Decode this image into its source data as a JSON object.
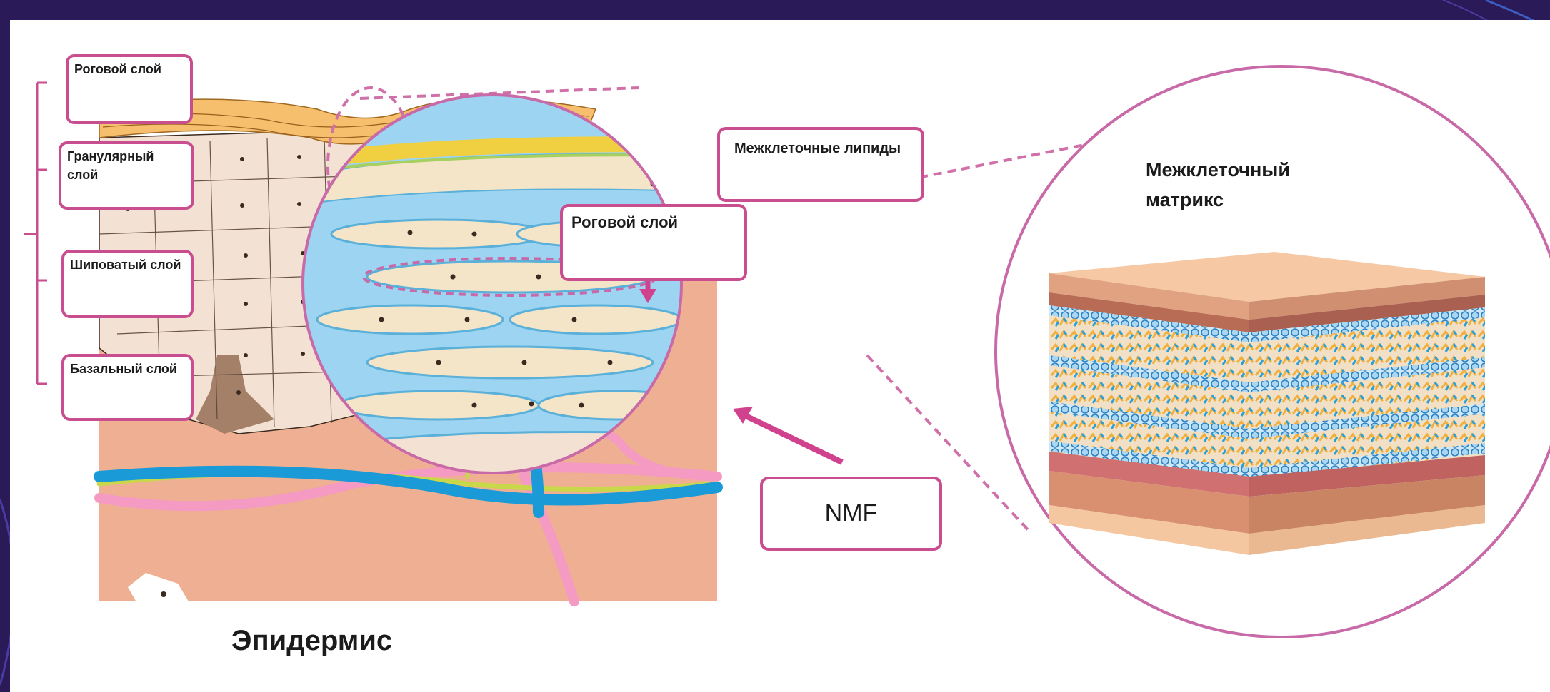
{
  "labels": {
    "stratum_corneum": "Роговой слой",
    "granular": "Гранулярный слой",
    "spinous": "Шиповатый слой",
    "basal": "Базальный слой",
    "zoom_corneum": "Роговой слой",
    "intercellular_lipids": "Межклеточные липиды",
    "nmf": "NMF",
    "matrix_title": "Межклеточный матрикс",
    "epidermis_caption": "Эпидермис"
  },
  "colors": {
    "background_frame": "#2a1a57",
    "label_border": "#c84e8f",
    "dashed_line": "#d070a8",
    "corneum": "#f4b860",
    "epidermis_cells": "#f4e4d8",
    "dermis": "#efaf92",
    "lipid_blue": "#9cd4f1",
    "vessel_blue": "#1a9ad6",
    "vessel_pink": "#f59ac3"
  }
}
